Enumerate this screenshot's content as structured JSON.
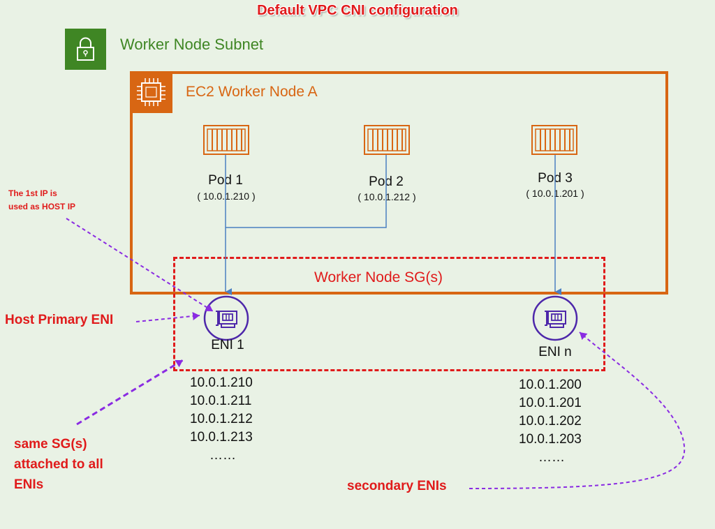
{
  "title": "Default VPC CNI configuration",
  "subnet": {
    "label": "Worker Node Subnet",
    "icon": "lock-icon",
    "color": "#3f8624"
  },
  "node": {
    "label": "EC2 Worker Node A",
    "icon": "chip-icon",
    "color": "#d86613"
  },
  "security_group": {
    "label": "Worker Node SG(s)",
    "color": "#e01b1b"
  },
  "pods": [
    {
      "label": "Pod 1",
      "ip": "( 10.0.1.210 )"
    },
    {
      "label": "Pod 2",
      "ip": "( 10.0.1.212 )"
    },
    {
      "label": "Pod 3",
      "ip": "( 10.0.1.201 )"
    }
  ],
  "enis": [
    {
      "label": "ENI 1",
      "ips": [
        "10.0.1.210",
        "10.0.1.211",
        "10.0.1.212",
        "10.0.1.213",
        "……"
      ]
    },
    {
      "label": "ENI n",
      "ips": [
        "10.0.1.200",
        "10.0.1.201",
        "10.0.1.202",
        "10.0.1.203",
        "……"
      ]
    }
  ],
  "annotations": {
    "host_ip_note": "The 1st IP is used as HOST IP",
    "host_primary_eni": "Host Primary ENI",
    "same_sg": "same SG(s) attached to all ENIs",
    "secondary_enis": "secondary ENIs"
  },
  "colors": {
    "pod_orange": "#d86613",
    "eni_purple": "#4d27aa",
    "connector_blue": "#4a7fc1",
    "annotation_purple": "#8a2be2",
    "background": "#e9f2e5"
  }
}
